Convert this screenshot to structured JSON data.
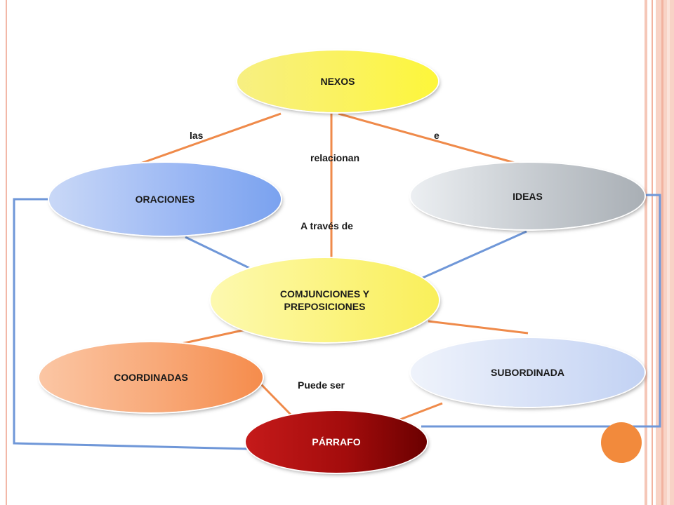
{
  "nodes": {
    "nexos": "NEXOS",
    "oraciones": "ORACIONES",
    "ideas": "IDEAS",
    "conjunciones": "COMJUNCIONES Y PREPOSICIONES",
    "coordinadas": "COORDINADAS",
    "subordinada": "SUBORDINADA",
    "parrafo": "PÁRRAFO"
  },
  "labels": {
    "las": "las",
    "e": "e",
    "relacionan": "relacionan",
    "a_traves_de": "A través de",
    "puede_ser": "Puede ser"
  },
  "colors": {
    "orange_connector": "#ef8a4a",
    "blue_connector": "#6f97d8",
    "frame_accent": "#f2b3a0",
    "corner_circle": "#f28a3c"
  }
}
